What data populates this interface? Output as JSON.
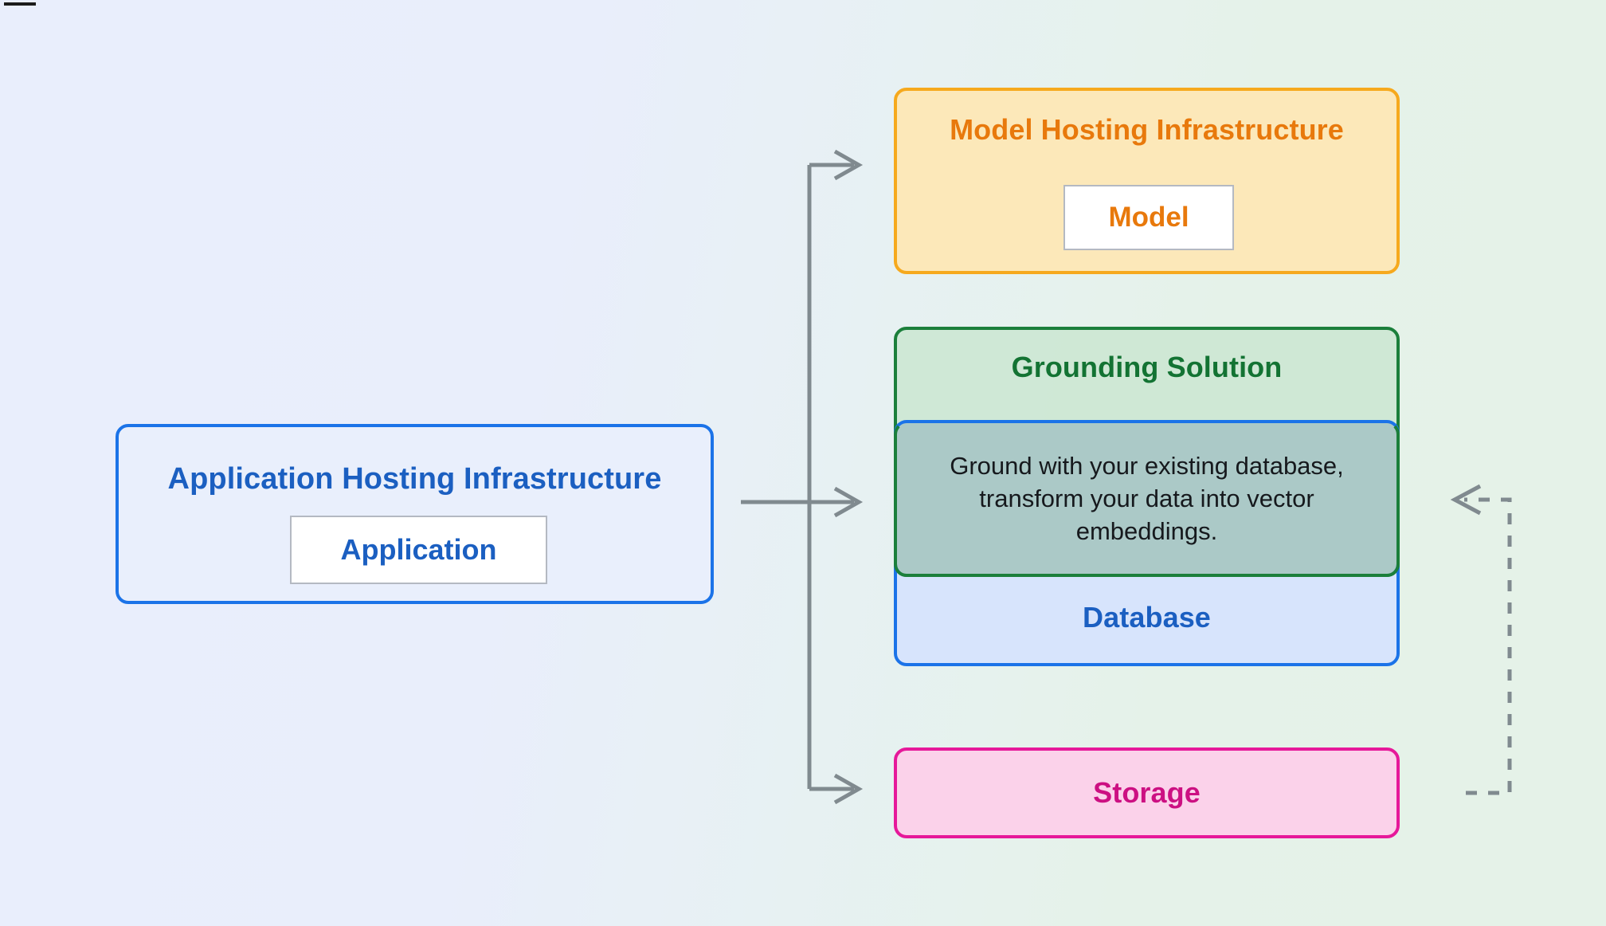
{
  "diagram": {
    "title_corner_mark": "",
    "background": {
      "from": "#e9eefc",
      "to": "#e5f2e8"
    },
    "nodes": {
      "application_hosting": {
        "title": "Application Hosting Infrastructure",
        "inner_label": "Application",
        "border_color": "#1b73e8",
        "fill_color": "#e9effc",
        "text_color": "#1b5fc1"
      },
      "model_hosting": {
        "title": "Model Hosting Infrastructure",
        "inner_label": "Model",
        "border_color": "#f6a91d",
        "fill_color": "#fce8b9",
        "text_color": "#e8790c"
      },
      "grounding_solution": {
        "title": "Grounding Solution",
        "note": "Ground with your existing database, transform your data into vector embeddings.",
        "border_color": "#1b7f3b",
        "fill_color": "#cee7d4",
        "text_color": "#137333",
        "note_color": "#16191d",
        "overlap_fill": "#abc9c7"
      },
      "database": {
        "title": "Database",
        "border_color": "#1b73e8",
        "fill_color": "#d6e3fc",
        "text_color": "#1b5fc1"
      },
      "storage": {
        "title": "Storage",
        "border_color": "#e6199a",
        "fill_color": "#fbd2ea",
        "text_color": "#cc1082"
      }
    },
    "connectors": {
      "color": "#808a8f",
      "solid_arrows": [
        {
          "name": "app-to-model",
          "from": "application_hosting",
          "to": "model_hosting"
        },
        {
          "name": "app-to-grounding",
          "from": "application_hosting",
          "to": "grounding_solution"
        },
        {
          "name": "app-to-storage",
          "from": "application_hosting",
          "to": "storage"
        }
      ],
      "dashed_arrows": [
        {
          "name": "storage-to-grounding",
          "from": "storage",
          "to": "grounding_solution",
          "style": "dashed"
        }
      ]
    }
  }
}
